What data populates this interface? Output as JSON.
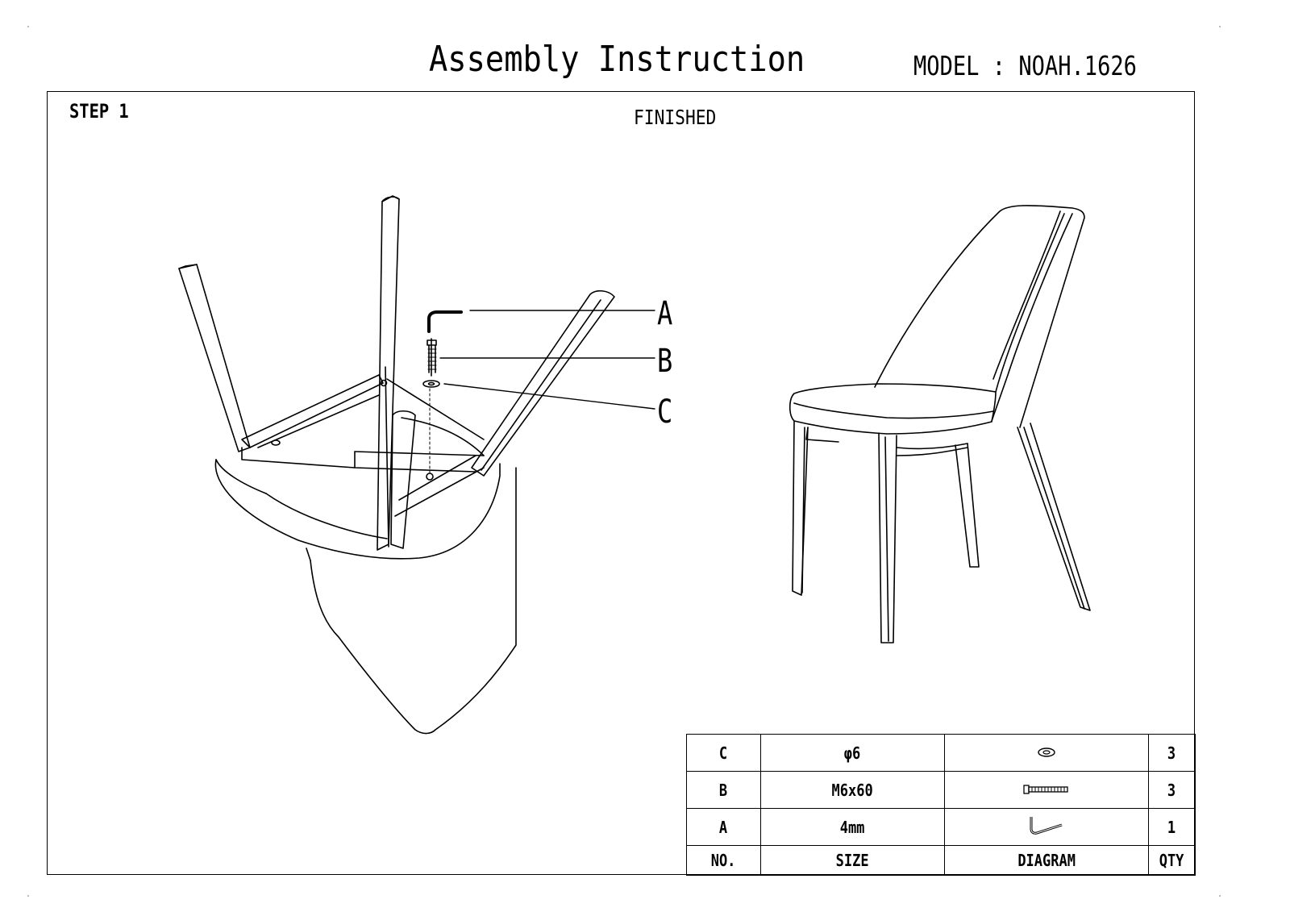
{
  "header": {
    "title": "Assembly Instruction",
    "model": "MODEL : NOAH.1626"
  },
  "step": {
    "label": "STEP 1"
  },
  "finished": {
    "label": "FINISHED"
  },
  "callouts": {
    "a": "A",
    "b": "B",
    "c": "C"
  },
  "parts_table": {
    "rows": [
      {
        "no": "C",
        "size": "φ6",
        "diagram": "washer-icon",
        "qty": "3"
      },
      {
        "no": "B",
        "size": "M6x60",
        "diagram": "bolt-icon",
        "qty": "3"
      },
      {
        "no": "A",
        "size": "4mm",
        "diagram": "allen-key-icon",
        "qty": "1"
      }
    ],
    "headers": {
      "no": "NO.",
      "size": "SIZE",
      "diagram": "DIAGRAM",
      "qty": "QTY"
    }
  }
}
